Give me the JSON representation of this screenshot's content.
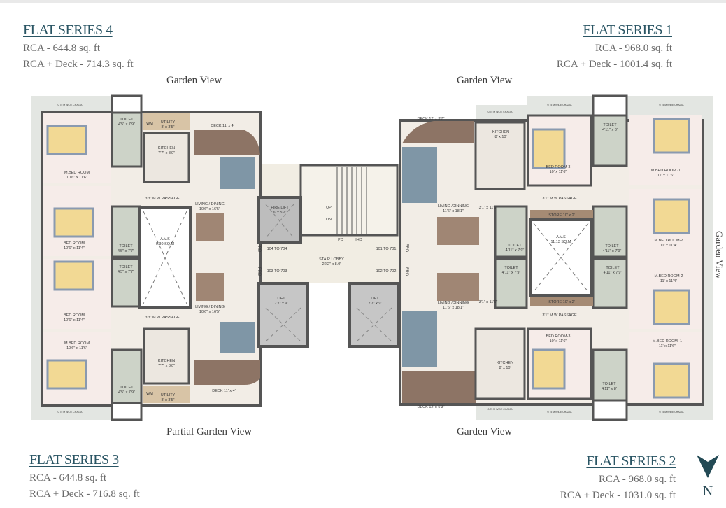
{
  "flats": {
    "series4": {
      "title": "FLAT SERIES 4",
      "rca": "RCA - 644.8 sq. ft",
      "deck": "RCA + Deck - 714.3 sq. ft"
    },
    "series1": {
      "title": "FLAT SERIES 1",
      "rca": "RCA - 968.0 sq. ft",
      "deck": "RCA + Deck - 1001.4 sq. ft"
    },
    "series3": {
      "title": "FLAT SERIES 3",
      "rca": "RCA - 644.8 sq. ft",
      "deck": "RCA + Deck - 716.8 sq. ft"
    },
    "series2": {
      "title": "FLAT SERIES 2",
      "rca": "RCA - 968.0 sq. ft",
      "deck": "RCA + Deck - 1031.0 sq. ft"
    }
  },
  "views": {
    "top_left": "Garden View",
    "top_right": "Garden View",
    "bottom_left": "Partial Garden View",
    "bottom_right": "Garden View",
    "right_side": "Garden View"
  },
  "north": {
    "label": "N",
    "icon": "north-arrow-icon",
    "color": "#234a55"
  },
  "plan": {
    "rooms": [
      {
        "name": "M.BED ROOM",
        "dims": "10'6\" x 11'6\""
      },
      {
        "name": "TOILET",
        "dims": "4'5\" x 7'9\""
      },
      {
        "name": "UTILITY",
        "dims": "8' x 3'5\""
      },
      {
        "name": "KITCHEN",
        "dims": "7'7\" x 8'0\""
      },
      {
        "name": "LIVING / DINING",
        "dims": "10'6\" x 16'5\""
      },
      {
        "name": "BED ROOM",
        "dims": "10'6\" x 11'4\""
      },
      {
        "name": "TOILET",
        "dims": "4'5\" x 7'7\""
      },
      {
        "name": "A.V.S",
        "dims": "9.30 SQ.M"
      },
      {
        "name": "TOILET",
        "dims": "4'5\" x 7'7\""
      },
      {
        "name": "BED ROOM",
        "dims": "10'6\" x 11'4\""
      },
      {
        "name": "LIVING / DINING",
        "dims": "10'6\" x 16'5\""
      },
      {
        "name": "M.BED ROOM",
        "dims": "10'6\" x 11'6\""
      },
      {
        "name": "KITCHEN",
        "dims": "7'7\" x 8'0\""
      },
      {
        "name": "TOILET",
        "dims": "4'5\" x 7'9\""
      },
      {
        "name": "UTILITY",
        "dims": "8' x 3'5\""
      },
      {
        "name": "FIRE LIFT",
        "dims": "6' x 5'2\""
      },
      {
        "name": "STAIR LOBBY",
        "dims": "22'2\" x 8.0'"
      },
      {
        "name": "LIFT",
        "dims": "7'7\" x 9'"
      },
      {
        "name": "LIFT",
        "dims": "7'7\" x 9'"
      },
      {
        "name": "KITCHEN",
        "dims": "8' x 10'"
      },
      {
        "name": "BED ROOM-3",
        "dims": "10' x 11'6\""
      },
      {
        "name": "TOILET",
        "dims": "4'11\" x 8'"
      },
      {
        "name": "M.BED ROOM -1",
        "dims": "11' x 11'6\""
      },
      {
        "name": "LIVING /DINNING",
        "dims": "11'6\" x 18'1\""
      },
      {
        "name": "TOILET",
        "dims": "4'11\" x 7'9\""
      },
      {
        "name": "A.V.S",
        "dims": "11.13 SQ.M"
      },
      {
        "name": "TOILET",
        "dims": "4'11\" x 7'9\""
      },
      {
        "name": "M.BED ROOM-2",
        "dims": "11' x 11'4\""
      },
      {
        "name": "TOILET",
        "dims": "4'11\" x 7'9\""
      },
      {
        "name": "TOILET",
        "dims": "4'11\" x 7'9\""
      },
      {
        "name": "M.BED ROOM-2",
        "dims": "11' x 11'4\""
      },
      {
        "name": "LIVING /DINNING",
        "dims": "11'6\" x 18'1\""
      },
      {
        "name": "KITCHEN",
        "dims": "8' x 10'"
      },
      {
        "name": "BED ROOM-3",
        "dims": "10' x 11'6\""
      },
      {
        "name": "TOILET",
        "dims": "4'11\" x 8'"
      },
      {
        "name": "M.BED ROOM -1",
        "dims": "11' x 11'6\""
      }
    ],
    "tags": {
      "passage_left": "3'3\" M W PASSAGE",
      "passage_right": "3'1\" M W PASSAGE",
      "deck_left": "DECK 11' x 4'",
      "deck_right_top": "DECK 12' x 3'7\"",
      "deck_right_bottom": "DECK 12' x 5'3\"",
      "store": "STORE 10' x 2'",
      "niche": "3'1\" x 11'6\"",
      "wm": "WM",
      "frd": "FRD",
      "up": "UP",
      "dn": "DN",
      "pd": "PD",
      "ihd": "IHD",
      "flats_104": "104 TO 704",
      "flats_103": "103 TO 703",
      "flats_101": "101 TO 701",
      "flats_102": "102 TO 702",
      "chajja": "0.75 M WIDE CHAJJA"
    }
  }
}
